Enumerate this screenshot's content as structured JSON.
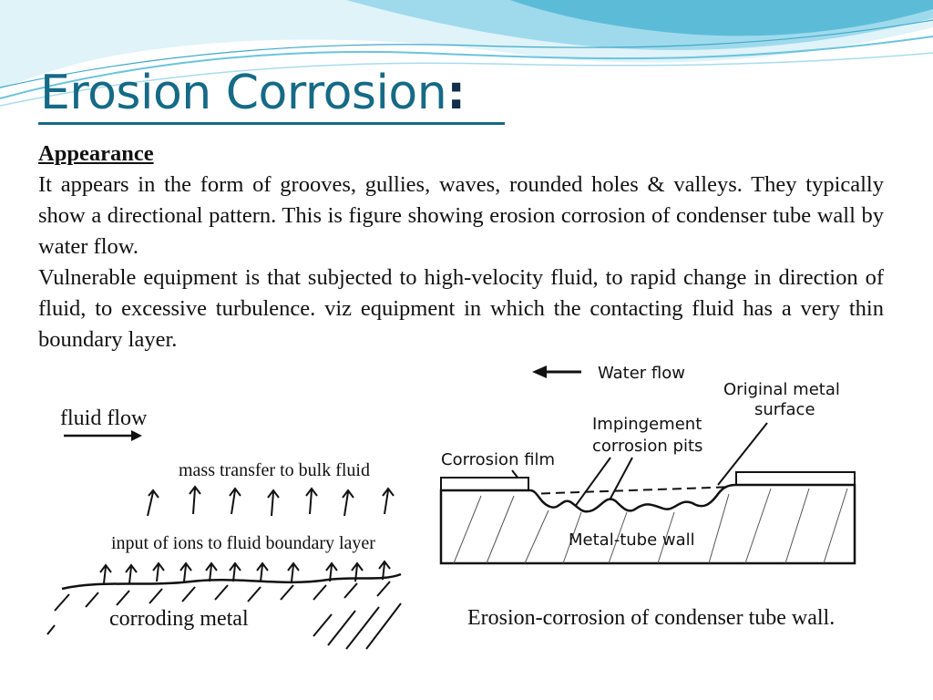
{
  "slide": {
    "title": "Erosion Corrosion",
    "title_colon": ":"
  },
  "body": {
    "heading": "Appearance",
    "paragraph1": "It appears in the form of grooves, gullies, waves, rounded holes & valleys. They typically show a directional pattern. This is figure showing erosion corrosion of condenser tube wall by water flow.",
    "paragraph2": "Vulnerable equipment is that subjected to high-velocity fluid, to rapid change in direction of fluid, to excessive turbulence. viz equipment in which the contacting fluid has a very thin boundary layer."
  },
  "figure_left": {
    "fluid_flow_label": "fluid flow",
    "mass_transfer_label": "mass transfer to bulk fluid",
    "input_ions_label": "input of ions to fluid boundary layer",
    "corroding_metal_label": "corroding metal"
  },
  "figure_right": {
    "water_flow_label": "Water flow",
    "original_surface_label_line1": "Original metal",
    "original_surface_label_line2": "surface",
    "impingement_label_line1": "Impingement",
    "impingement_label_line2": "corrosion pits",
    "corrosion_film_label": "Corrosion film",
    "metal_tube_wall_label": "Metal-tube wall",
    "caption": "Erosion-corrosion of condenser tube wall."
  },
  "colors": {
    "title": "#156a86",
    "wave_light": "#bfe6f2",
    "wave_mid": "#7fd0e6",
    "wave_dark": "#3fa9c9"
  }
}
